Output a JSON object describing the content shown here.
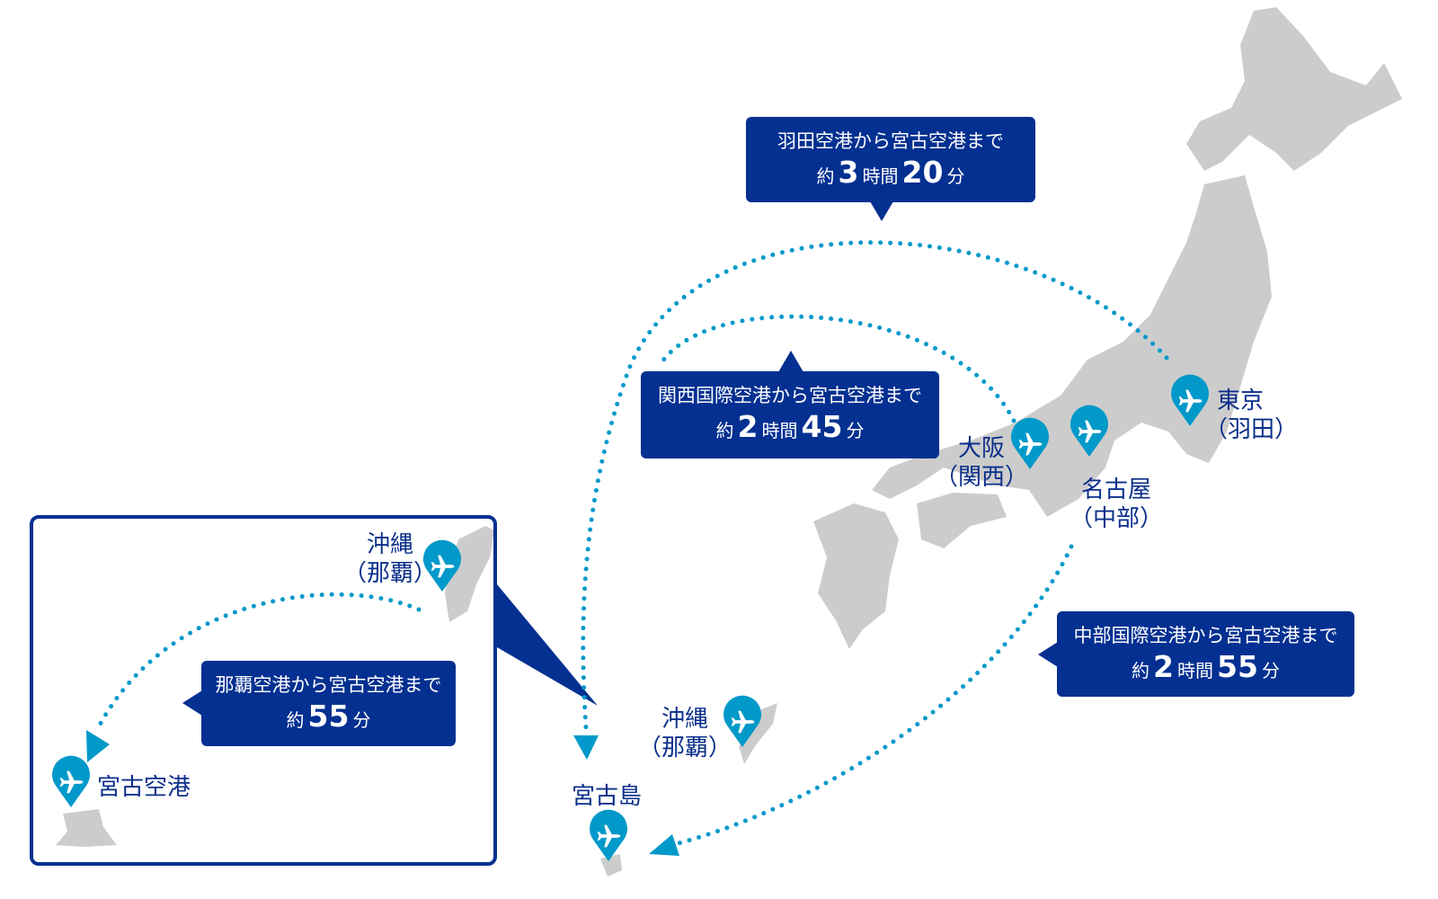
{
  "colors": {
    "navy": "#033091",
    "route": "#0099c9",
    "land": "#cccccc"
  },
  "airports": {
    "tokyo": {
      "name": "東京",
      "sub": "（羽田）",
      "icon": "airplane-pin-icon"
    },
    "osaka": {
      "name": "大阪",
      "sub": "（関西）",
      "icon": "airplane-pin-icon"
    },
    "nagoya": {
      "name": "名古屋",
      "sub": "（中部）",
      "icon": "airplane-pin-icon"
    },
    "okinawa": {
      "name": "沖縄",
      "sub": "（那覇）",
      "icon": "airplane-pin-icon"
    },
    "miyako_island": {
      "name": "宮古島",
      "icon": "airplane-pin-icon"
    }
  },
  "routes": {
    "haneda": {
      "line1": "羽田空港から宮古空港まで",
      "prefix": "約",
      "hours": "3",
      "hours_unit": "時間",
      "minutes": "20",
      "minutes_unit": "分"
    },
    "kansai": {
      "line1": "関西国際空港から宮古空港まで",
      "prefix": "約",
      "hours": "2",
      "hours_unit": "時間",
      "minutes": "45",
      "minutes_unit": "分"
    },
    "chubu": {
      "line1": "中部国際空港から宮古空港まで",
      "prefix": "約",
      "hours": "2",
      "hours_unit": "時間",
      "minutes": "55",
      "minutes_unit": "分"
    }
  },
  "inset": {
    "origin": {
      "name": "沖縄",
      "sub": "（那覇）"
    },
    "destination": "宮古空港",
    "route": {
      "line1": "那覇空港から宮古空港まで",
      "prefix": "約",
      "minutes": "55",
      "minutes_unit": "分"
    }
  }
}
